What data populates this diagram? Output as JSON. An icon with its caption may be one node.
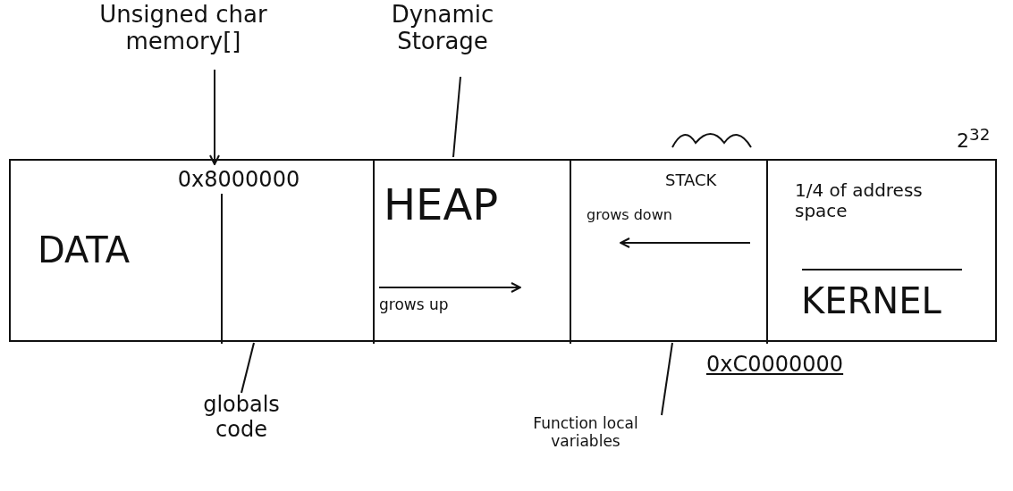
{
  "diagram": {
    "nodes": [
      {
        "text": [],
        "shape": "box"
      },
      {
        "text": [
          "DATA"
        ],
        "in": 0
      },
      {
        "text": [],
        "shape": "box",
        "in": 0
      },
      {
        "text": [
          "HEAP",
          "grows up"
        ],
        "in": 0
      },
      {
        "text": [
          "STACK",
          "grows down"
        ],
        "in": 0
      },
      {
        "text": [
          "1/4 of address space",
          "KERNEL"
        ],
        "in": 0
      },
      {
        "text": [
          "0x8000000"
        ],
        "in": 0
      },
      {
        "text": [
          "Unsigned char memory[]"
        ]
      },
      {
        "text": [
          "Dynamic Storage"
        ]
      },
      {
        "text": [
          "globals code"
        ]
      },
      {
        "text": [
          "Function local variables"
        ]
      }
    ],
    "edges": [
      {
        "from": 7,
        "to": 6,
        "arrow": "to"
      },
      {
        "from": 8,
        "to": 3,
        "arrow": "none"
      },
      {
        "from": 9,
        "to": 2,
        "arrow": "none"
      },
      {
        "from": 10,
        "to": 4,
        "arrow": "none"
      }
    ],
    "labels": [
      "2$^{32}$",
      "0xC0000000"
    ]
  }
}
